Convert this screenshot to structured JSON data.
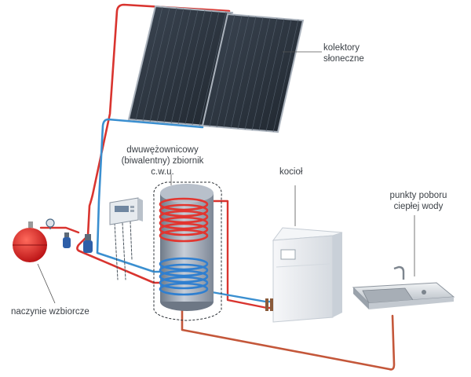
{
  "labels": {
    "collectors_line1": "kolektory",
    "collectors_line2": "słoneczne",
    "tank_line1": "dwuwężownicowy",
    "tank_line2": "(biwalentny) zbiornik",
    "tank_line3": "c.w.u.",
    "boiler": "kocioł",
    "taps_line1": "punkty poboru",
    "taps_line2": "ciepłej wody",
    "expansion_vessel": "naczynie wzbiorcze"
  },
  "colors": {
    "hot_pipe": "#d9342f",
    "cold_pipe": "#3a8fd0",
    "return_pipe": "#c4573a",
    "panel_dark": "#2c3540",
    "tank_body": "#9aa4b2",
    "boiler_body": "#e9ecef",
    "vessel_red": "#e02a2a"
  }
}
